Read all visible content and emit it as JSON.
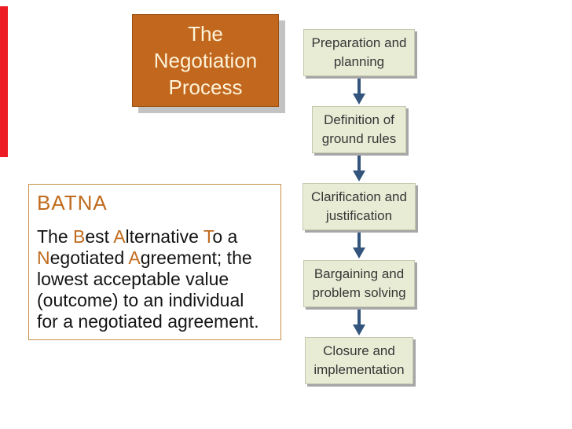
{
  "slide_title": {
    "lines": [
      "The",
      "Negotiation",
      "Process"
    ]
  },
  "flowchart": {
    "steps": [
      {
        "lines": [
          "Preparation and",
          "planning"
        ]
      },
      {
        "lines": [
          "Definition of",
          "ground rules"
        ]
      },
      {
        "lines": [
          "Clarification and",
          "justification"
        ]
      },
      {
        "lines": [
          "Bargaining and",
          "problem solving"
        ]
      },
      {
        "lines": [
          "Closure and",
          "implementation"
        ]
      }
    ]
  },
  "batna": {
    "heading": "BATNA",
    "definition_lines": [
      [
        {
          "t": "The ",
          "h": 0
        },
        {
          "t": "B",
          "h": 1
        },
        {
          "t": "est ",
          "h": 0
        },
        {
          "t": "A",
          "h": 1
        },
        {
          "t": "lternative ",
          "h": 0
        },
        {
          "t": "T",
          "h": 1
        },
        {
          "t": "o a",
          "h": 0
        }
      ],
      [
        {
          "t": "N",
          "h": 1
        },
        {
          "t": "egotiated ",
          "h": 0
        },
        {
          "t": "A",
          "h": 1
        },
        {
          "t": "greement; the",
          "h": 0
        }
      ],
      [
        {
          "t": "lowest acceptable value",
          "h": 0
        }
      ],
      [
        {
          "t": "(outcome) to an individual",
          "h": 0
        }
      ],
      [
        {
          "t": "for a negotiated agreement.",
          "h": 0
        }
      ]
    ]
  },
  "colors": {
    "accent_bar": "#ed1c24",
    "title_box_bg": "#c2671e",
    "title_box_border": "#9a4e0e",
    "title_text": "#fdf3d8",
    "title_shadow": "#c3c3c3",
    "flow_box_bg": "#e9ecd5",
    "flow_box_border": "#c3c8ae",
    "flow_box_shadow": "#a6a6a6",
    "flow_text": "#363636",
    "arrow": "#33557d",
    "batna_border": "#c98f45",
    "batna_heading": "#c06b1e",
    "batna_highlight": "#c06b1e",
    "batna_text": "#141414"
  }
}
